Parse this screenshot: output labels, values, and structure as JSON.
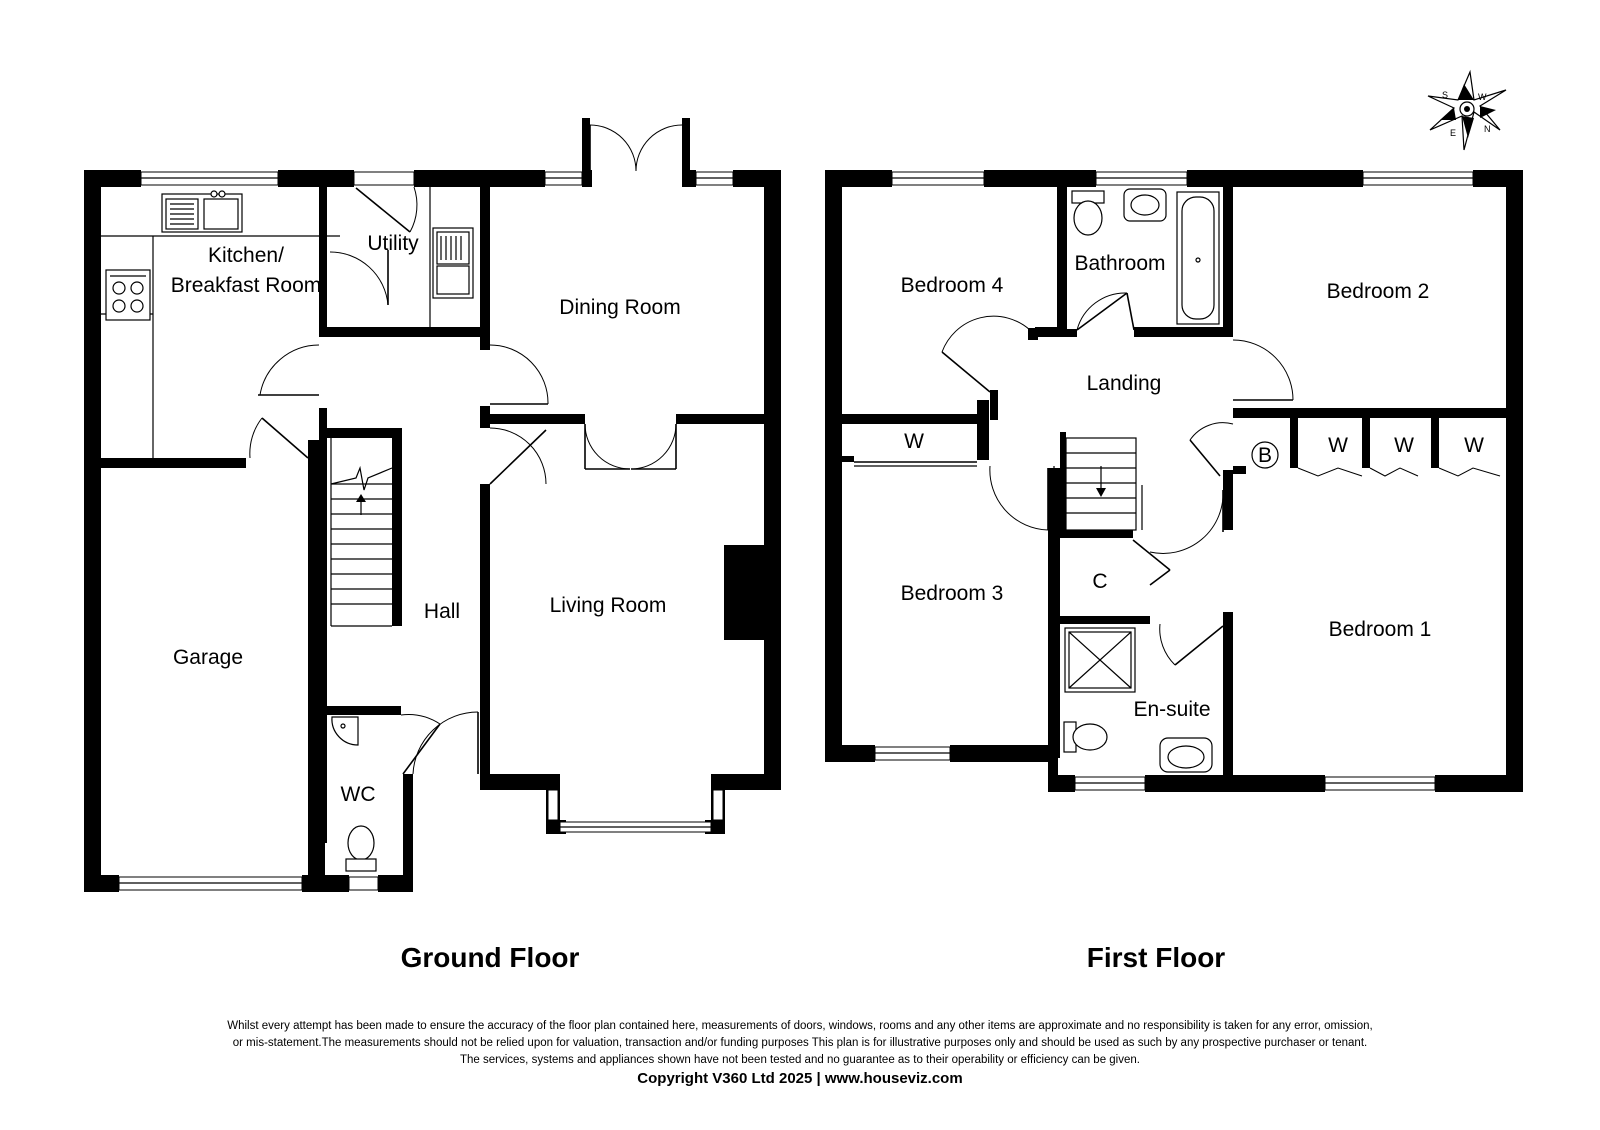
{
  "floors": {
    "ground": {
      "title": "Ground Floor",
      "rooms": {
        "kitchen_line1": "Kitchen/",
        "kitchen_line2": "Breakfast Room",
        "utility": "Utility",
        "dining": "Dining Room",
        "hall": "Hall",
        "living": "Living Room",
        "garage": "Garage",
        "wc": "WC"
      }
    },
    "first": {
      "title": "First Floor",
      "rooms": {
        "bedroom4": "Bedroom 4",
        "bathroom": "Bathroom",
        "bedroom2": "Bedroom 2",
        "landing": "Landing",
        "wardrobe_bed3": "W",
        "boiler": "B",
        "wardrobe1": "W",
        "wardrobe2": "W",
        "wardrobe3": "W",
        "bedroom3": "Bedroom 3",
        "cupboard": "C",
        "bedroom1": "Bedroom 1",
        "ensuite": "En-suite"
      }
    }
  },
  "compass": {
    "letters": {
      "w": "W",
      "n": "N",
      "e": "E",
      "s": "S"
    }
  },
  "disclaimer": {
    "line1": "Whilst every attempt has been made to ensure the accuracy of the floor plan contained here, measurements of doors, windows, rooms and any other items are approximate and no responsibility is taken for any error, omission,",
    "line2": "or mis-statement.The measurements should not be relied upon for valuation, transaction and/or funding purposes This plan is for illustrative purposes only and should be used as such by any prospective purchaser or tenant.",
    "line3": "The services, systems and appliances shown have not been tested and no guarantee as to their operability or efficiency can be given.",
    "copyright": "Copyright V360 Ltd 2025 | www.houseviz.com"
  }
}
